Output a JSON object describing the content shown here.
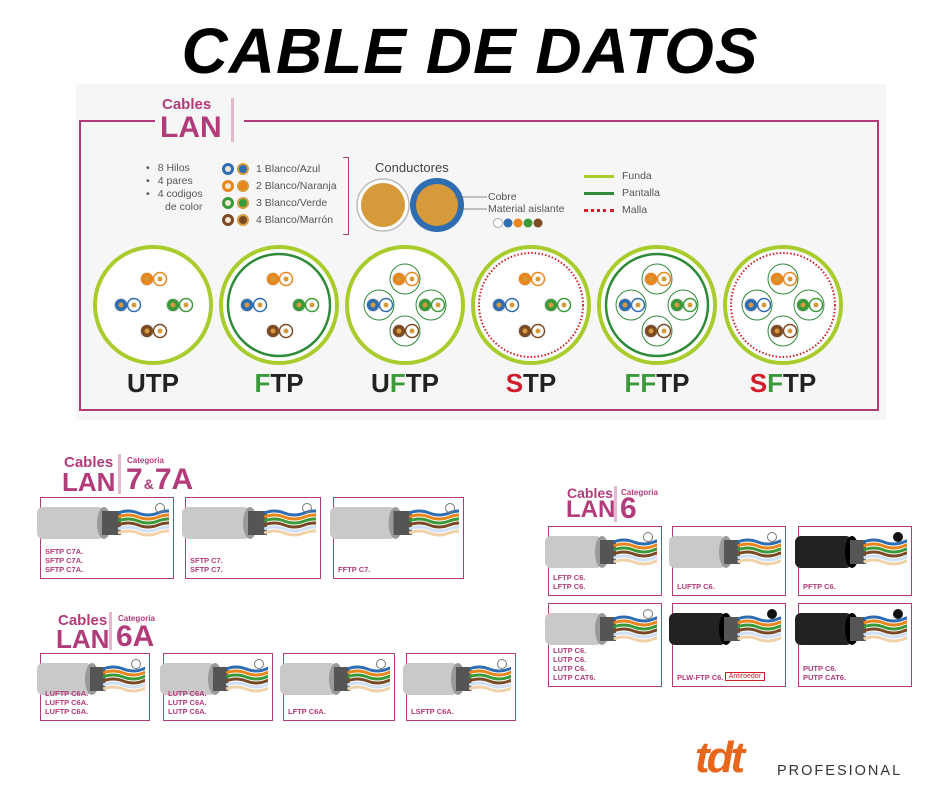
{
  "title": "CABLE DE DATOS",
  "lan_section": {
    "brand_cables": "Cables",
    "brand_lan": "LAN",
    "features": [
      "8 Hilos",
      "4 pares",
      "4 codigos"
    ],
    "features_cont": "de color",
    "pairs": [
      {
        "label": "1 Blanco/Azul",
        "color": "#2f6db3"
      },
      {
        "label": "2 Blanco/Naranja",
        "color": "#e8861c"
      },
      {
        "label": "3 Blanco/Verde",
        "color": "#3a9a3a"
      },
      {
        "label": "4 Blanco/Marrón",
        "color": "#7a4a25"
      }
    ],
    "conductors_title": "Conductores",
    "conductor_labels": [
      "Cobre",
      "Material aislante"
    ],
    "legend": [
      {
        "label": "Funda",
        "color": "#a8cc2c",
        "style": "solid"
      },
      {
        "label": "Pantalla",
        "color": "#2f8a3a",
        "style": "solid"
      },
      {
        "label": "Malla",
        "color": "#d11e2a",
        "style": "dotted"
      }
    ],
    "cable_types": [
      {
        "prefix": "",
        "green": "",
        "red": "",
        "rest": "UTP",
        "foil": false,
        "pair_foil": false,
        "braid": false
      },
      {
        "prefix": "",
        "green": "F",
        "red": "",
        "rest": "TP",
        "foil": true,
        "pair_foil": false,
        "braid": false
      },
      {
        "prefix": "U",
        "green": "F",
        "red": "",
        "rest": "TP",
        "foil": false,
        "pair_foil": true,
        "braid": false
      },
      {
        "prefix": "",
        "green": "",
        "red": "S",
        "rest": "TP",
        "foil": false,
        "pair_foil": false,
        "braid": true
      },
      {
        "prefix": "",
        "green": "FF",
        "red": "",
        "rest": "TP",
        "foil": true,
        "pair_foil": true,
        "braid": false
      },
      {
        "prefix": "",
        "green": "F",
        "red": "S",
        "rest": "TP",
        "foil": false,
        "pair_foil": true,
        "braid": true
      }
    ]
  },
  "cat7": {
    "cables": "Cables",
    "lan": "LAN",
    "categoria": "Categoria",
    "cat": "7",
    "amp": "&",
    "cat2": "7A",
    "cards": [
      {
        "lines": [
          "SFTP C7A.",
          "SFTP C7A.",
          "SFTP C7A."
        ],
        "jacket": "gray"
      },
      {
        "lines": [
          "SFTP C7.",
          "SFTP C7."
        ],
        "jacket": "gray"
      },
      {
        "lines": [
          "FFTP C7."
        ],
        "jacket": "gray"
      }
    ]
  },
  "cat6a": {
    "cables": "Cables",
    "lan": "LAN",
    "categoria": "Categoria",
    "cat": "6A",
    "cards": [
      {
        "lines": [
          "LUFTP C6A.",
          "LUFTP C6A.",
          "LUFTP C6A."
        ],
        "jacket": "gray"
      },
      {
        "lines": [
          "LUTP C6A.",
          "LUTP C6A.",
          "LUTP C6A."
        ],
        "jacket": "gray"
      },
      {
        "lines": [
          "LFTP C6A."
        ],
        "jacket": "gray"
      },
      {
        "lines": [
          "LSFTP C6A."
        ],
        "jacket": "gray"
      }
    ]
  },
  "cat6": {
    "cables": "Cables",
    "lan": "LAN",
    "categoria": "Categoria",
    "cat": "6",
    "cards": [
      {
        "lines": [
          "LFTP C6.",
          "LFTP C6."
        ],
        "jacket": "gray"
      },
      {
        "lines": [
          "LUFTP C6."
        ],
        "jacket": "gray"
      },
      {
        "lines": [
          "PFTP C6."
        ],
        "jacket": "black"
      },
      {
        "lines": [
          "LUTP C6.",
          "LUTP C6.",
          "LUTP C6.",
          "LUTP CAT6."
        ],
        "jacket": "gray"
      },
      {
        "lines": [
          "PLW-FTP C6."
        ],
        "jacket": "black",
        "badge": "Antiroedor"
      },
      {
        "lines": [
          "PUTP C6.",
          "PUTP CAT6."
        ],
        "jacket": "black"
      }
    ]
  },
  "logo": {
    "brand": "tdt",
    "tagline": "PROFESIONAL",
    "color": "#e8661c"
  }
}
